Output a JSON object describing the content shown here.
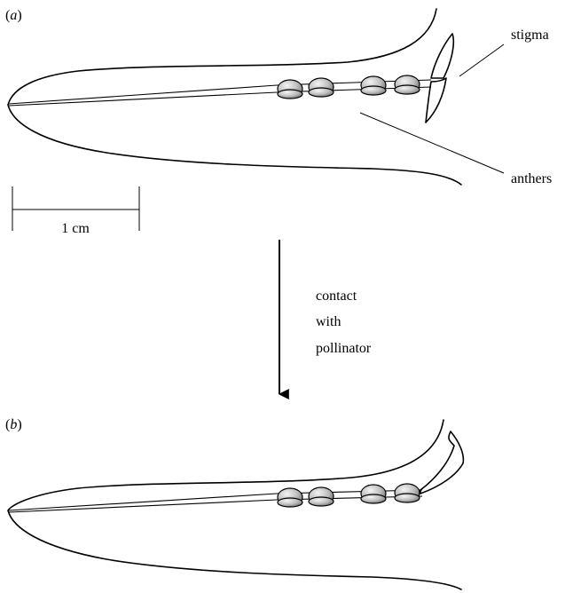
{
  "panels": [
    {
      "label_open": "(",
      "label_letter": "a",
      "label_close": ")"
    },
    {
      "label_open": "(",
      "label_letter": "b",
      "label_close": ")"
    }
  ],
  "callouts": {
    "stigma": "stigma",
    "anthers": "anthers"
  },
  "scale_bar": {
    "label": "1 cm"
  },
  "transition": {
    "line1": "contact",
    "line2": "with",
    "line3": "pollinator"
  },
  "colors": {
    "stroke": "#000000",
    "anther_light": "#f2f2f2",
    "anther_dark": "#7a7a7a",
    "background": "#ffffff"
  }
}
